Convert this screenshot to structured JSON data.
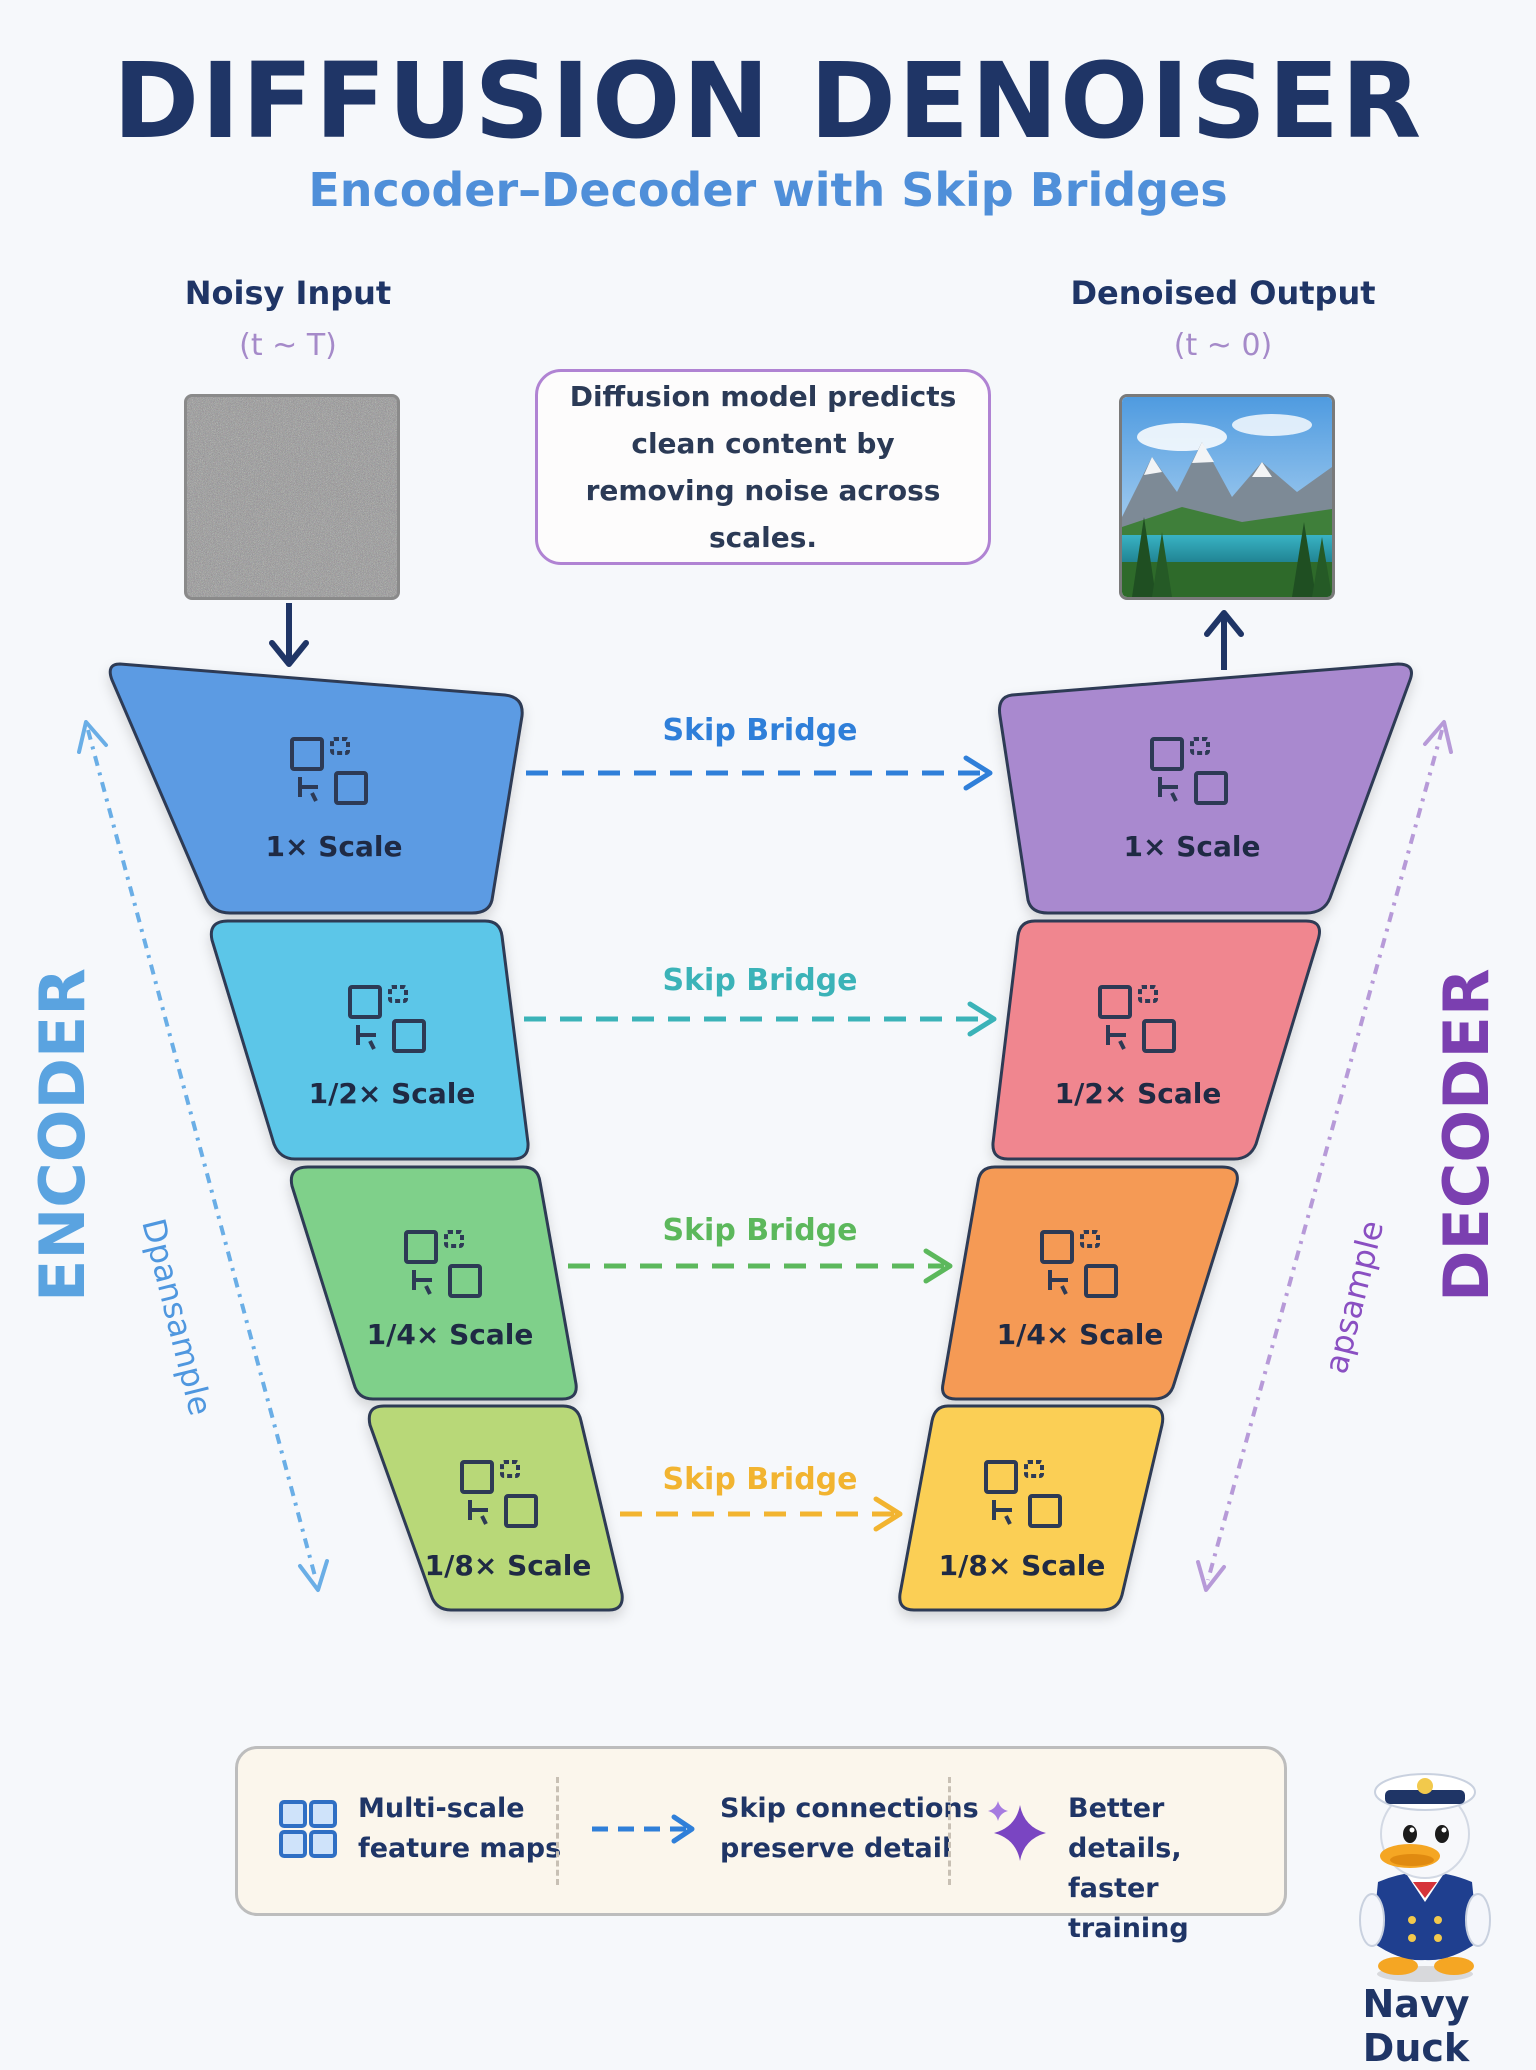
{
  "title": "DIFFUSION DENOISER",
  "subtitle": "Encoder–Decoder with Skip Bridges",
  "input": {
    "label": "Noisy Input",
    "sub": "(t ~ T)"
  },
  "output": {
    "label": "Denoised Output",
    "sub": "(t ~ 0)"
  },
  "note": "Diffusion model predicts clean content by removing noise across scales.",
  "encoder": {
    "label": "ENCODER",
    "direction": "Dpansample",
    "color": "#5aa3e0",
    "blocks": [
      {
        "label": "1× Scale",
        "color": "#5b9be3"
      },
      {
        "label": "1/2× Scale",
        "color": "#5cc6e8"
      },
      {
        "label": "1/4× Scale",
        "color": "#7fd08a"
      },
      {
        "label": "1/8× Scale",
        "color": "#b8d878"
      }
    ]
  },
  "decoder": {
    "label": "DECODER",
    "direction": "apsample",
    "color": "#7b3fb0",
    "blocks": [
      {
        "label": "1× Scale",
        "color": "#a989cf"
      },
      {
        "label": "1/2× Scale",
        "color": "#f0868f"
      },
      {
        "label": "1/4× Scale",
        "color": "#f59a55"
      },
      {
        "label": "1/8× Scale",
        "color": "#fbcf55"
      }
    ]
  },
  "skips": [
    {
      "label": "Skip Bridge",
      "color": "#2f7fd9"
    },
    {
      "label": "Skip Bridge",
      "color": "#3bb3b8"
    },
    {
      "label": "Skip Bridge",
      "color": "#5cb85c"
    },
    {
      "label": "Skip Bridge",
      "color": "#f2b430"
    }
  ],
  "legend": {
    "items": [
      {
        "icon": "feature-grid-icon",
        "text_line1": "Multi-scale",
        "text_line2": "feature maps"
      },
      {
        "icon": "dashed-arrow-icon",
        "text_line1": "Skip connections",
        "text_line2": "preserve detail"
      },
      {
        "icon": "sparkle-icon",
        "text_line1": "Better details,",
        "text_line2": "faster training"
      }
    ]
  },
  "mascot": {
    "name": "Navy Duck"
  }
}
